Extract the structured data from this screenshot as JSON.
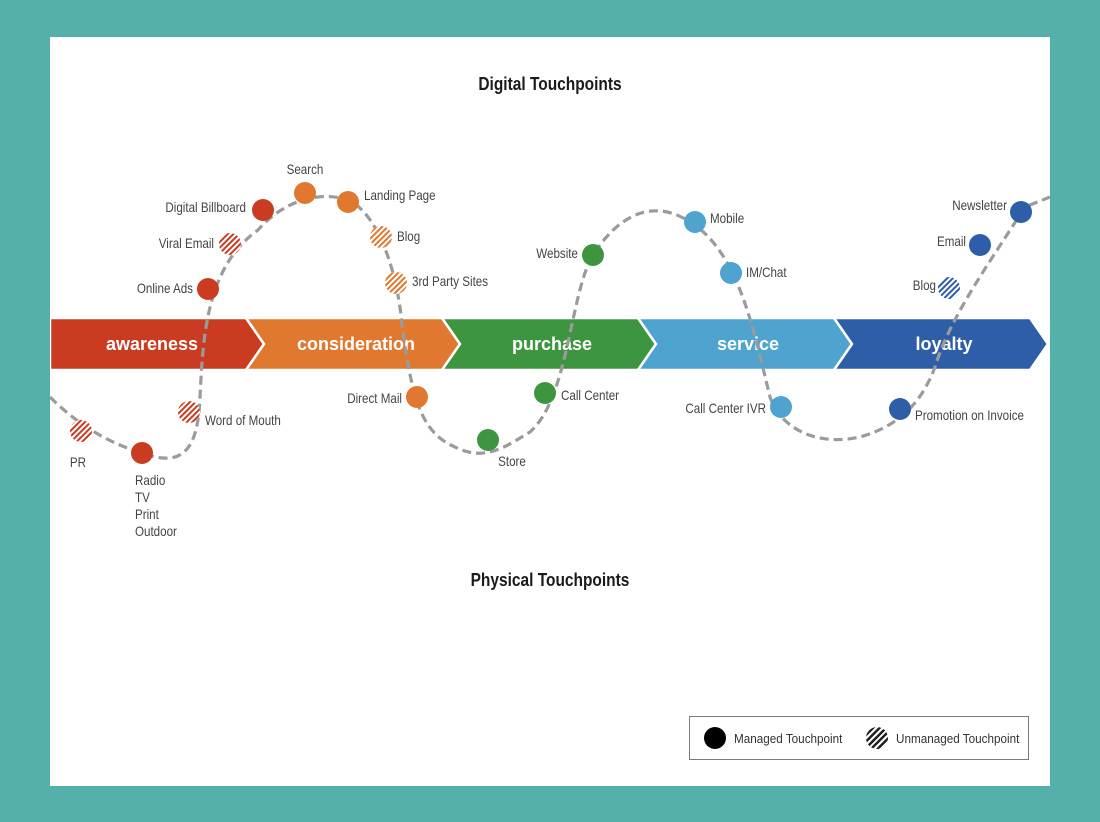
{
  "title": "Digital Touchpoints",
  "bottom_title": "Physical Touchpoints",
  "stages": [
    {
      "label": "awareness",
      "color": "#c93c22"
    },
    {
      "label": "consideration",
      "color": "#e0782f"
    },
    {
      "label": "purchase",
      "color": "#3d963f"
    },
    {
      "label": "service",
      "color": "#4fa3cf"
    },
    {
      "label": "loyalty",
      "color": "#2e5ea8"
    }
  ],
  "touchpoints": [
    {
      "lines": [
        "PR"
      ],
      "stage": "awareness",
      "type": "unmanaged",
      "side": "physical"
    },
    {
      "lines": [
        "Radio",
        "TV",
        "Print",
        "Outdoor"
      ],
      "stage": "awareness",
      "type": "managed",
      "side": "physical"
    },
    {
      "lines": [
        "Word of Mouth"
      ],
      "stage": "awareness",
      "type": "unmanaged",
      "side": "physical"
    },
    {
      "lines": [
        "Online Ads"
      ],
      "stage": "awareness",
      "type": "managed",
      "side": "digital"
    },
    {
      "lines": [
        "Viral Email"
      ],
      "stage": "awareness",
      "type": "unmanaged",
      "side": "digital"
    },
    {
      "lines": [
        "Digital Billboard"
      ],
      "stage": "awareness",
      "type": "managed",
      "side": "digital"
    },
    {
      "lines": [
        "Search"
      ],
      "stage": "consideration",
      "type": "managed",
      "side": "digital"
    },
    {
      "lines": [
        "Landing Page"
      ],
      "stage": "consideration",
      "type": "managed",
      "side": "digital"
    },
    {
      "lines": [
        "Blog"
      ],
      "stage": "consideration",
      "type": "unmanaged",
      "side": "digital"
    },
    {
      "lines": [
        "3rd Party Sites"
      ],
      "stage": "consideration",
      "type": "unmanaged",
      "side": "digital"
    },
    {
      "lines": [
        "Direct Mail"
      ],
      "stage": "consideration",
      "type": "managed",
      "side": "physical"
    },
    {
      "lines": [
        "Store"
      ],
      "stage": "purchase",
      "type": "managed",
      "side": "physical"
    },
    {
      "lines": [
        "Call Center"
      ],
      "stage": "purchase",
      "type": "managed",
      "side": "physical"
    },
    {
      "lines": [
        "Website"
      ],
      "stage": "purchase",
      "type": "managed",
      "side": "digital"
    },
    {
      "lines": [
        "Mobile"
      ],
      "stage": "service",
      "type": "managed",
      "side": "digital"
    },
    {
      "lines": [
        "IM/Chat"
      ],
      "stage": "service",
      "type": "managed",
      "side": "digital"
    },
    {
      "lines": [
        "Call Center IVR"
      ],
      "stage": "service",
      "type": "managed",
      "side": "physical"
    },
    {
      "lines": [
        "Promotion on Invoice"
      ],
      "stage": "loyalty",
      "type": "managed",
      "side": "physical"
    },
    {
      "lines": [
        "Blog"
      ],
      "stage": "loyalty",
      "type": "unmanaged",
      "side": "digital"
    },
    {
      "lines": [
        "Email"
      ],
      "stage": "loyalty",
      "type": "managed",
      "side": "digital"
    },
    {
      "lines": [
        "Newsletter"
      ],
      "stage": "loyalty",
      "type": "managed",
      "side": "digital"
    }
  ],
  "legend": {
    "managed_label": "Managed Touchpoint",
    "unmanaged_label": "Unmanaged Touchpoint"
  }
}
